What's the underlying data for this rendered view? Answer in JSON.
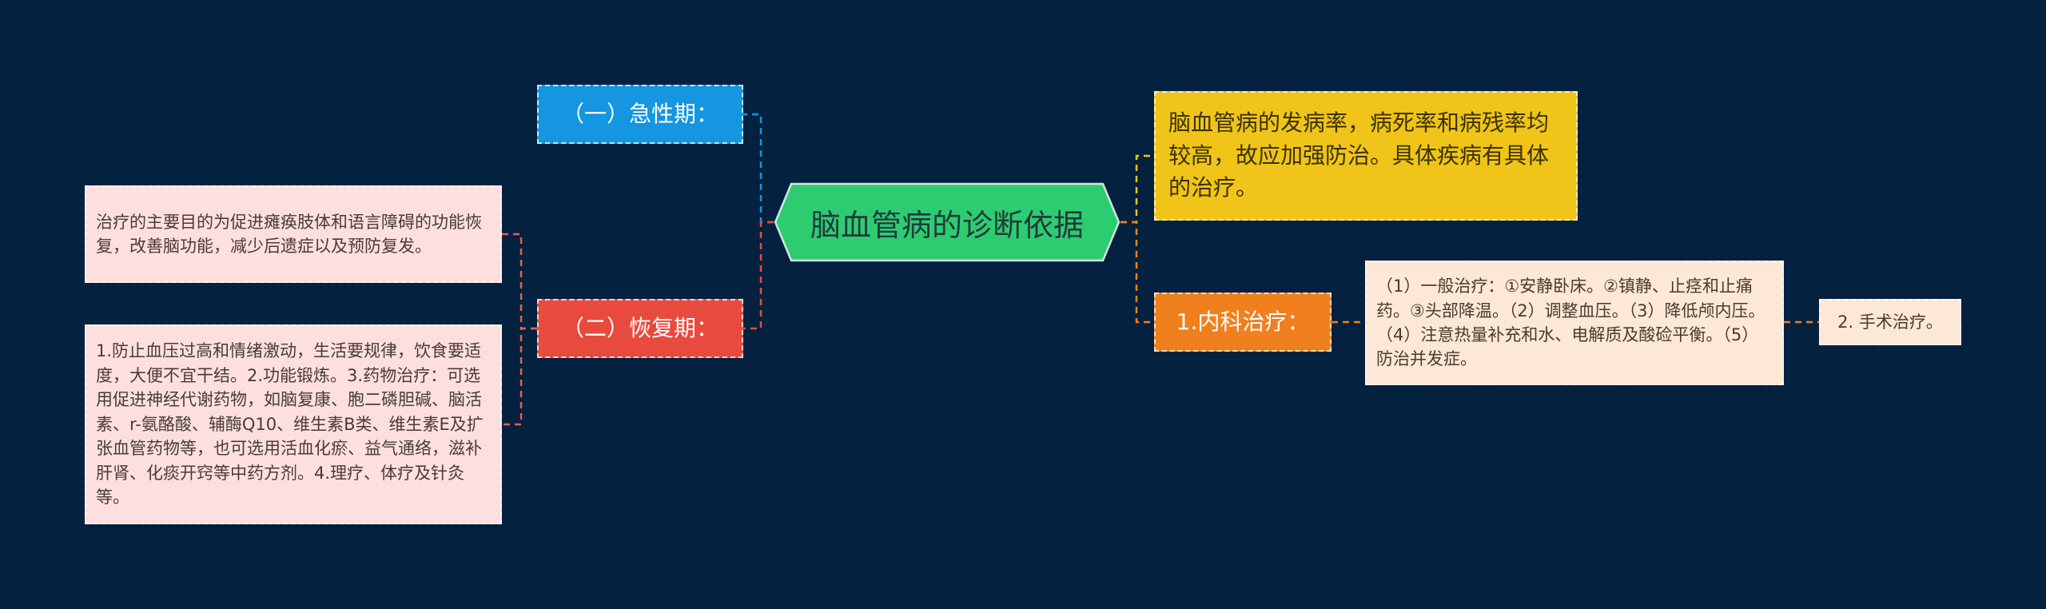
{
  "center": {
    "label": "脑血管病的诊断依据"
  },
  "left": {
    "acute": {
      "label": "（一）急性期："
    },
    "recovery": {
      "label": "（二）恢复期：",
      "goal": "治疗的主要目的为促进瘫痪肢体和语言障碍的功能恢复，改善脑功能，减少后遗症以及预防复发。",
      "measures": "1.防止血压过高和情绪激动，生活要规律，饮食要适度，大便不宜干结。2.功能锻炼。3.药物治疗：可选用促进神经代谢药物，如脑复康、胞二磷胆碱、脑活素、r-氨酪酸、辅酶Q10、维生素B类、维生素E及扩张血管药物等，也可选用活血化瘀、益气通络，滋补肝肾、化痰开窍等中药方剂。4.理疗、体疗及针灸等。"
    }
  },
  "right": {
    "intro": "脑血管病的发病率，病死率和病残率均较高，故应加强防治。具体疾病有具体的治疗。",
    "medical": {
      "label": "1.内科治疗：",
      "detail": "（1）一般治疗：①安静卧床。②镇静、止痉和止痛药。③头部降温。（2）调整血压。（3）降低颅内压。（4）注意热量补充和水、电解质及酸硷平衡。（5）防治并发症。"
    },
    "surgery": {
      "label": "2. 手术治疗。"
    }
  },
  "colors": {
    "background": "#052140",
    "center": "#2ecc71",
    "acute": "#1496e0",
    "recovery": "#e94a3e",
    "intro": "#f0c419",
    "medical": "#f07f1e",
    "pink_leaf": "#fde0de",
    "peach_leaf": "#fde8d5"
  }
}
